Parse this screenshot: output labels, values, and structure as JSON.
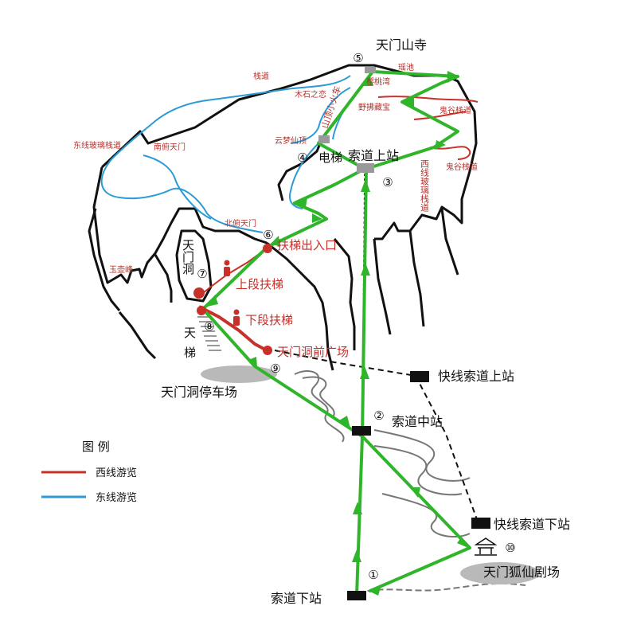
{
  "labels": {
    "tianmen_temple": "天门山寺",
    "plank_road": "栈道",
    "cherry_bay": "樱桃湾",
    "wood_stone_love": "木石之恋",
    "yaochi": "瑶池",
    "yelan_treasure": "野拂藏宝",
    "ghost_valley_plank": "鬼谷栈道",
    "ghost_valley_plank2": "鬼谷栈道",
    "mountain_train": "山顶小火车",
    "yunmeng_peak": "云梦仙顶",
    "elevator": "电梯",
    "cableway_top": "索道上站",
    "east_glass_plank": "东线玻璃栈道",
    "south_overlook": "南俯天门",
    "north_overlook": "北俯天门",
    "west_glass_plank": "西线玻璃栈道",
    "jade_pot_peak": "玉壶峰",
    "escalator_exit": "扶梯出入口",
    "upper_escalator": "上段扶梯",
    "lower_escalator": "下段扶梯",
    "tianmen_cave": "天门洞",
    "sky_stairs": "天梯",
    "cave_square": "天门洞前广场",
    "cave_parking": "天门洞停车场",
    "express_top": "快线索道上站",
    "cableway_mid": "索道中站",
    "express_bottom": "快线索道下站",
    "fox_theater": "天门狐仙剧场",
    "cableway_bottom": "索道下站"
  },
  "markers": [
    "①",
    "②",
    "③",
    "④",
    "⑤",
    "⑥",
    "⑦",
    "⑧",
    "⑨",
    "⑩"
  ],
  "legend": {
    "title": "图 例",
    "items": [
      {
        "label": "西线游览",
        "color": "#c8302a"
      },
      {
        "label": "东线游览",
        "color": "#2b9bd6"
      }
    ]
  },
  "colors": {
    "route": "#2fb52a",
    "west_line": "#c8302a",
    "east_line": "#2b9bd6",
    "cliff": "#111111",
    "parking": "#b9b9b9"
  }
}
